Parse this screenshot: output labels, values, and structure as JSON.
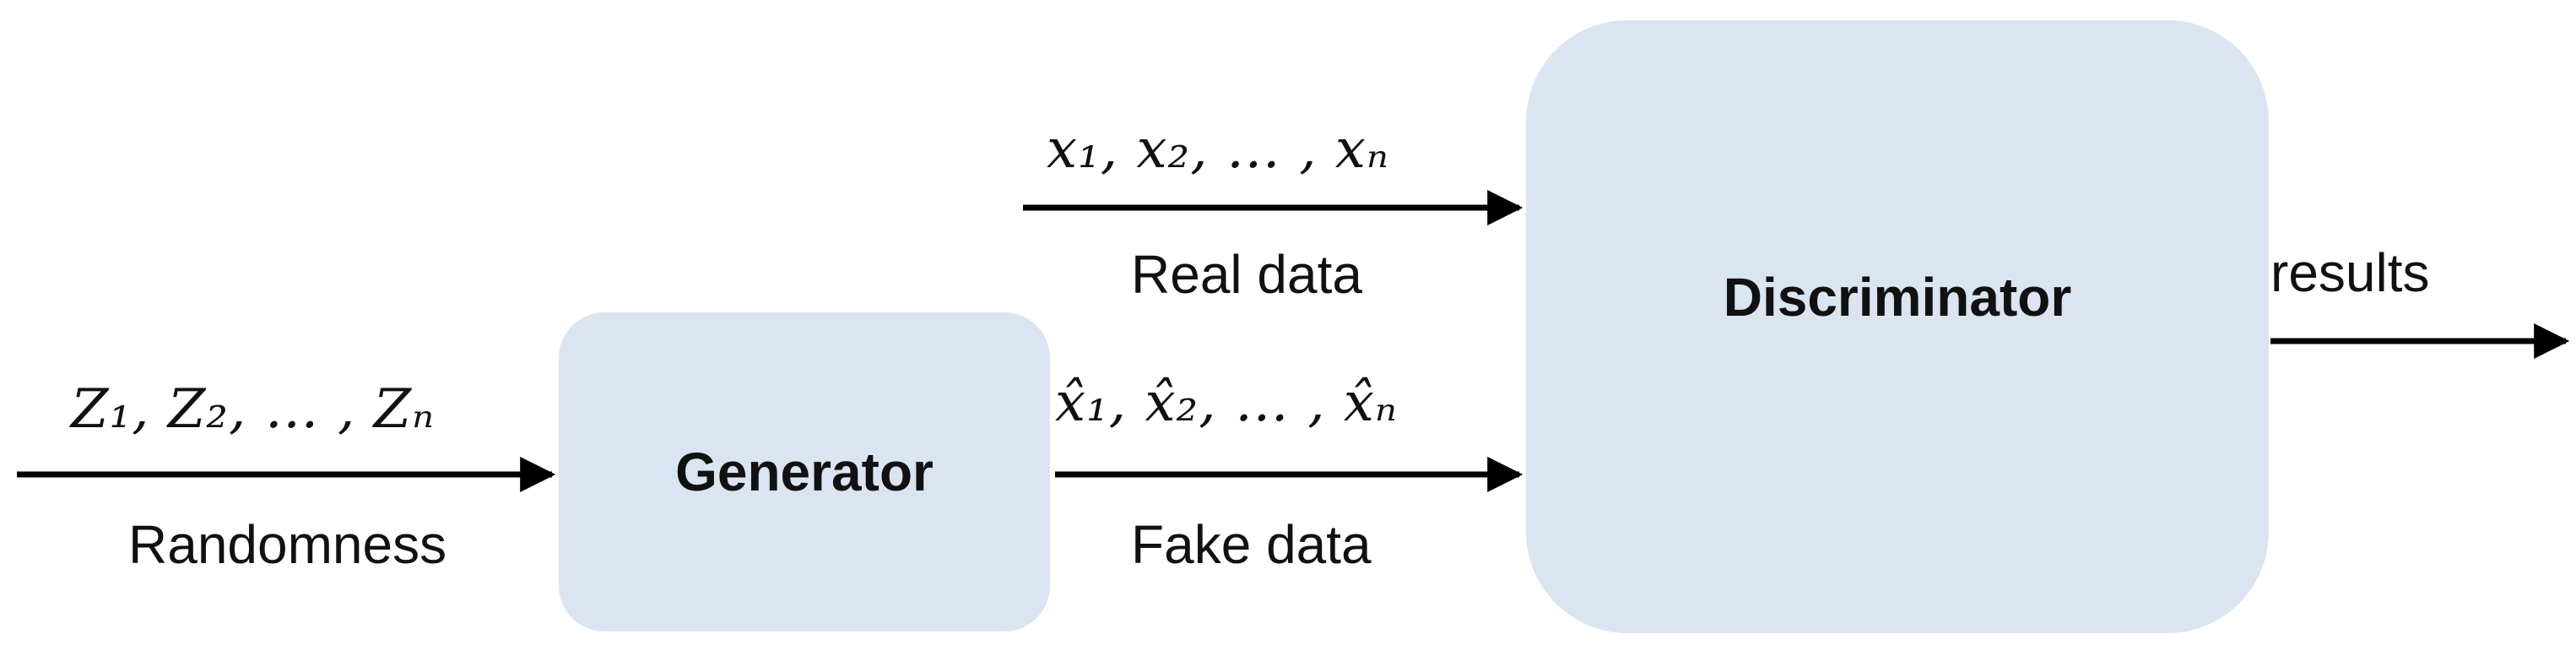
{
  "nodes": {
    "generator": "Generator",
    "discriminator": "Discriminator"
  },
  "inputs": {
    "noise_math": "Z₁, Z₂,  … , Zₙ",
    "noise_label": "Randomness",
    "real_math": "x₁, x₂,  … ,  xₙ",
    "real_label": "Real data",
    "fake_math": "x̂₁, x̂₂,  … , x̂ₙ",
    "fake_label": "Fake data"
  },
  "output": {
    "label": "results"
  }
}
